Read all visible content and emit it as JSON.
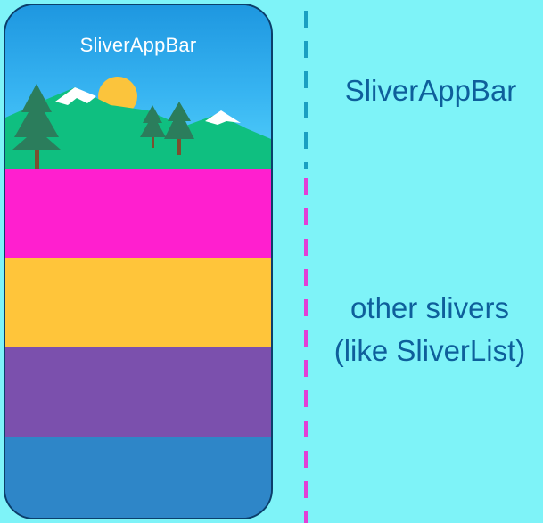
{
  "phone": {
    "app_bar_title": "SliverAppBar",
    "blocks": [
      {
        "name": "magenta",
        "color": "#ff1fcf"
      },
      {
        "name": "yellow",
        "color": "#ffc53a"
      },
      {
        "name": "purple",
        "color": "#7b50ad"
      },
      {
        "name": "blue",
        "color": "#2e86c8"
      }
    ]
  },
  "labels": {
    "app_bar": "SliverAppBar",
    "other_line1": "other slivers",
    "other_line2": "(like SliverList)"
  },
  "colors": {
    "background": "#7ef3f8",
    "divider_top": "#1a9fc2",
    "divider_bottom": "#e13fd6",
    "label_text": "#0e5f9b"
  },
  "icons": [
    "tree-icon",
    "sun-icon",
    "mountain-icon"
  ]
}
